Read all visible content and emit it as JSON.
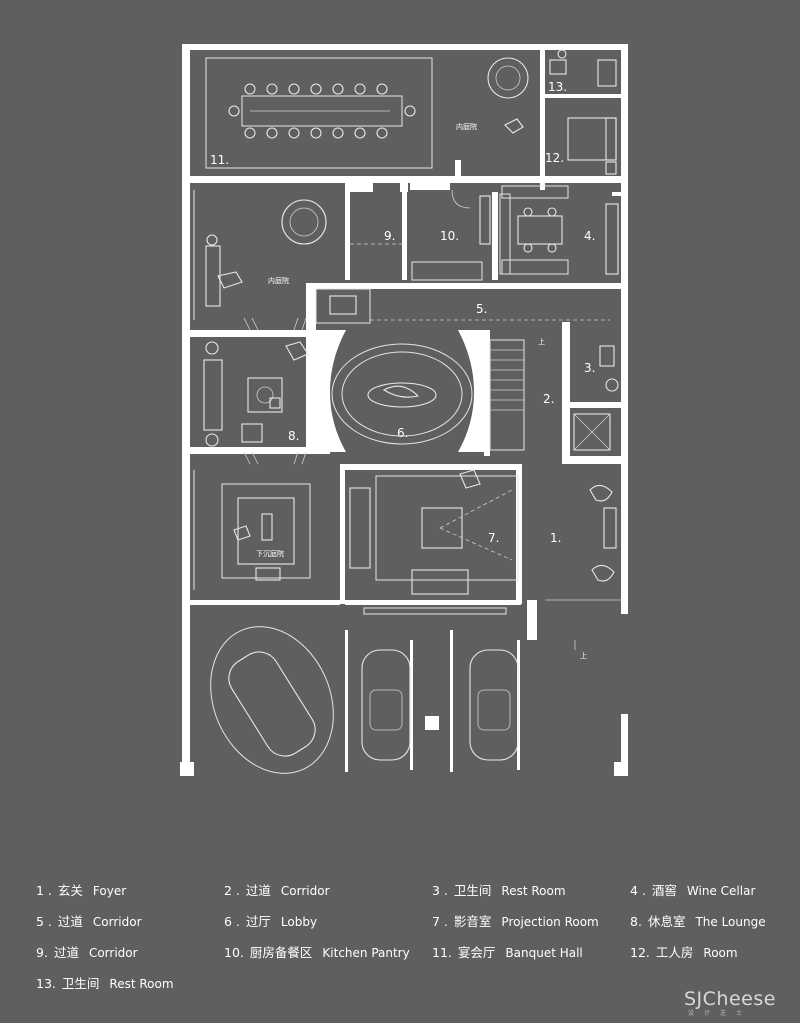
{
  "plan": {
    "room_labels": [
      "1.",
      "2.",
      "3.",
      "4.",
      "5.",
      "6.",
      "7.",
      "8.",
      "9.",
      "10.",
      "11.",
      "12.",
      "13."
    ],
    "inner_labels": {
      "courtyard_a": "内庭院",
      "courtyard_b": "内庭院",
      "sunken_court": "下沉庭院",
      "stair_up_1": "上",
      "stair_up_2": "上"
    }
  },
  "legend": [
    {
      "num": "1 .",
      "cn": "玄关",
      "en": "Foyer"
    },
    {
      "num": "2 .",
      "cn": "过道",
      "en": "Corridor"
    },
    {
      "num": "3 .",
      "cn": "卫生间",
      "en": "Rest Room"
    },
    {
      "num": "4 .",
      "cn": "酒窖",
      "en": "Wine Cellar"
    },
    {
      "num": "5 .",
      "cn": "过道",
      "en": "Corridor"
    },
    {
      "num": "6 .",
      "cn": "过厅",
      "en": "Lobby"
    },
    {
      "num": "7 .",
      "cn": "影音室",
      "en": "Projection  Room"
    },
    {
      "num": "8.",
      "cn": "休息室",
      "en": "The Lounge"
    },
    {
      "num": "9.",
      "cn": "过道",
      "en": "Corridor"
    },
    {
      "num": "10.",
      "cn": "厨房备餐区",
      "en": "Kitchen Pantry"
    },
    {
      "num": "11.",
      "cn": "宴会厅",
      "en": "Banquet Hall"
    },
    {
      "num": "12.",
      "cn": "工人房",
      "en": "Room"
    },
    {
      "num": "13.",
      "cn": "卫生间",
      "en": "Rest Room"
    }
  ],
  "brand": {
    "name": "SJCheese",
    "sub": "设计芝士"
  }
}
